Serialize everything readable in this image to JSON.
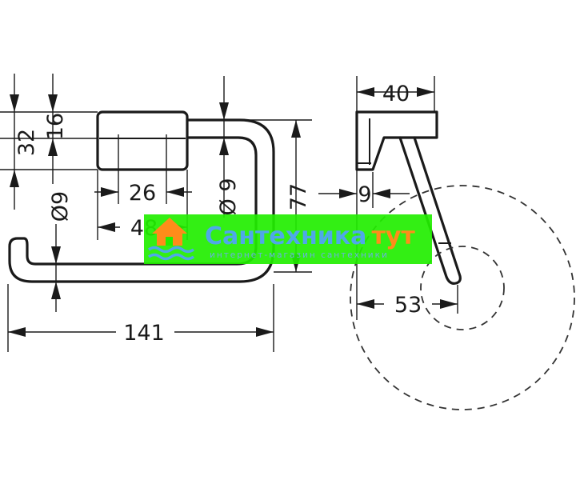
{
  "dimensions": {
    "height_total": "32",
    "height_upper": "16",
    "dia_left": "Ø9",
    "spacing": "26",
    "bar_dia": "Ø 9",
    "width_mount": "48",
    "height_right": "77",
    "length": "141",
    "depth": "40",
    "plate": "9",
    "offset": "53"
  },
  "watermark": {
    "title_part1": "Сантехника",
    "title_part2": "тут",
    "subtitle": "интернет-магазин сантехники",
    "colors": {
      "bar": "#22ee00",
      "title": "#4fa8e8",
      "accent": "#ff8c1a"
    }
  }
}
